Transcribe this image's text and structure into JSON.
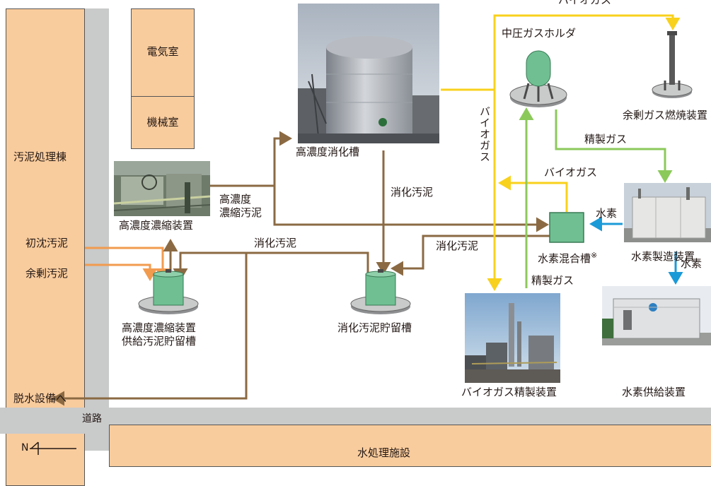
{
  "buildings": {
    "sludge_building": "汚泥処理棟",
    "electrical_room": "電気室",
    "machine_room": "機械室",
    "water_treatment": "水処理施設",
    "road": "道路"
  },
  "equipment": {
    "digester": "高濃度消化槽",
    "thickener": "高濃度濃縮装置",
    "feed_tank_line1": "高濃度濃縮装置",
    "feed_tank_line2": "供給汚泥貯留槽",
    "digested_tank": "消化汚泥貯留槽",
    "gas_holder": "中圧ガスホルダ",
    "flare": "余剰ガス燃焼装置",
    "mixing_tank": "水素混合槽",
    "mixing_tank_note": "※",
    "h2_production": "水素製造装置",
    "h2_supply": "水素供給装置",
    "refiner": "バイオガス精製装置"
  },
  "flows": {
    "primary_sludge": "初沈汚泥",
    "excess_sludge": "余剰汚泥",
    "to_dewatering": "脱水設備へ",
    "thickened_sludge_line1": "高濃度",
    "thickened_sludge_line2": "濃縮汚泥",
    "digested_sludge_1": "消化汚泥",
    "digested_sludge_2": "消化汚泥",
    "digested_sludge_3": "消化汚泥",
    "biogas_top": "バイオガス",
    "biogas_vertical": "バイオガス",
    "biogas_mid": "バイオガス",
    "refined_gas_1": "精製ガス",
    "refined_gas_2": "精製ガス",
    "hydrogen_1": "水素",
    "hydrogen_2": "水素"
  },
  "compass": {
    "north": "N"
  },
  "colors": {
    "sludge": "#8b6a43",
    "raw_sludge": "#f29b4f",
    "biogas": "#f8d11c",
    "refined_gas": "#8cc95b",
    "hydrogen": "#1b9ad8",
    "building": "#f9cc9d",
    "road": "#c9caca",
    "tank_green": "#6fbf92"
  }
}
